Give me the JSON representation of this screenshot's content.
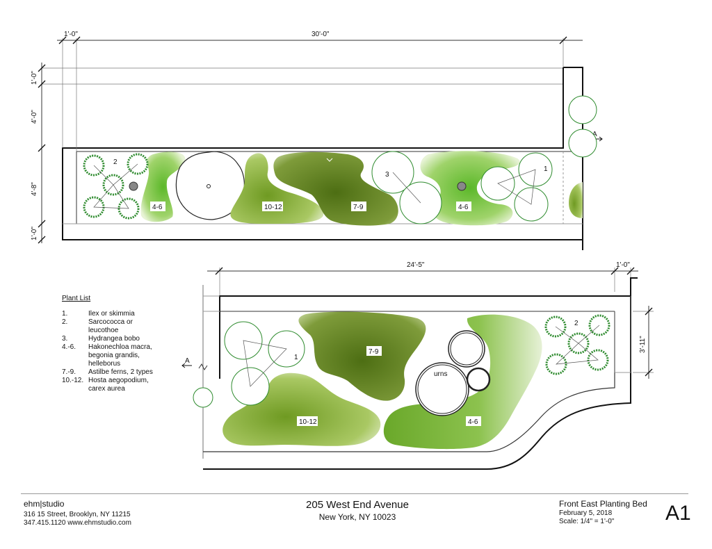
{
  "dimensions": {
    "plan1_left": "1'-0\"",
    "plan1_width": "30'-0\"",
    "plan1_v1": "1'-0\"",
    "plan1_v2": "4'-0\"",
    "plan1_v3": "4'-8\"",
    "plan1_v4": "1'-0\"",
    "plan2_width": "24'-5\"",
    "plan2_right": "1'-0\"",
    "plan2_depth": "3'-11\""
  },
  "section_marks": [
    "A",
    "A"
  ],
  "plan1_labels": [
    "2",
    "4-6",
    "10-12",
    "7-9",
    "3",
    "4-6",
    "1"
  ],
  "plan2_labels": [
    "1",
    "7-9",
    "urns",
    "2",
    "10-12",
    "4-6"
  ],
  "plant_list": {
    "title": "Plant List",
    "items": [
      {
        "num": "1.",
        "name": "Ilex or skimmia"
      },
      {
        "num": "2.",
        "name": "Sarcococca or leucothoe"
      },
      {
        "num": "3.",
        "name": "Hydrangea bobo"
      },
      {
        "num": "4.-6.",
        "name": "Hakonechloa macra, begonia grandis, helleborus"
      },
      {
        "num": "7.-9.",
        "name": "Astilbe ferns, 2 types"
      },
      {
        "num": "10.-12.",
        "name": "Hosta aegopodium, carex aurea"
      }
    ]
  },
  "studio": {
    "brand": "ehm|studio",
    "address": "316 15 Street, Brooklyn, NY   11215",
    "contact": "347.415.1120  www.ehmstudio.com"
  },
  "project": {
    "name": "205 West End Avenue",
    "city": "New York, NY 10023"
  },
  "sheet": {
    "title": "Front East Planting Bed",
    "date": "February 5, 2018",
    "scale": "Scale: 1/4\" = 1'-0\"",
    "number": "A1"
  },
  "colors": {
    "light_green": "#7dc242",
    "mid_green": "#8fb437",
    "dark_green": "#5f7d1c",
    "shrub": "#2e8b2e"
  }
}
